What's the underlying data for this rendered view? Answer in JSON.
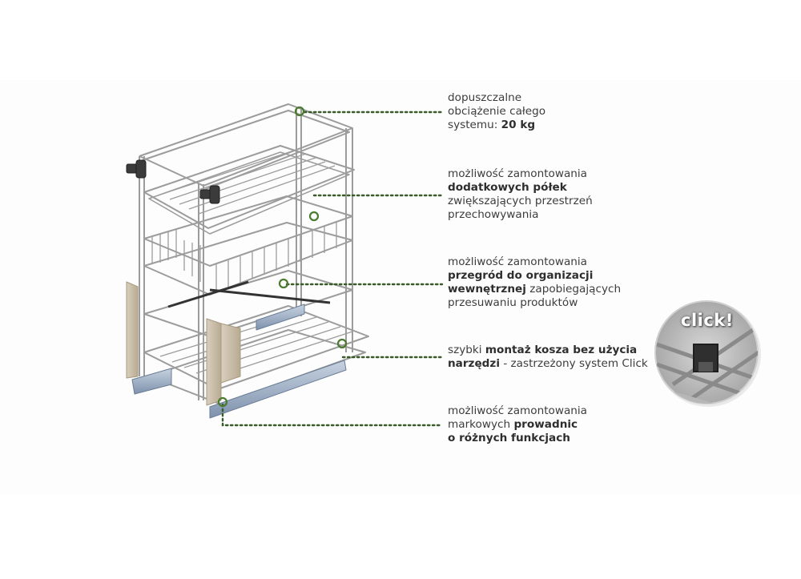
{
  "callouts": [
    {
      "id": "load",
      "lines": [
        [
          {
            "t": "dopuszczalne",
            "b": false
          }
        ],
        [
          {
            "t": "obciążenie całego",
            "b": false
          }
        ],
        [
          {
            "t": "systemu: ",
            "b": false
          },
          {
            "t": "20 kg",
            "b": true
          }
        ]
      ]
    },
    {
      "id": "extra-shelves",
      "lines": [
        [
          {
            "t": "możliwość zamontowania",
            "b": false
          }
        ],
        [
          {
            "t": "dodatkowych półek",
            "b": true
          }
        ],
        [
          {
            "t": "zwiększających przestrzeń",
            "b": false
          }
        ],
        [
          {
            "t": "przechowywania",
            "b": false
          }
        ]
      ]
    },
    {
      "id": "dividers",
      "lines": [
        [
          {
            "t": "możliwość zamontowania",
            "b": false
          }
        ],
        [
          {
            "t": "przegród do organizacji",
            "b": true
          }
        ],
        [
          {
            "t": "wewnętrznej",
            "b": true
          },
          {
            "t": " zapobiegających",
            "b": false
          }
        ],
        [
          {
            "t": "przesuwaniu produktów",
            "b": false
          }
        ]
      ]
    },
    {
      "id": "quick-mount",
      "lines": [
        [
          {
            "t": "szybki ",
            "b": false
          },
          {
            "t": "montaż kosza bez użycia",
            "b": true
          }
        ],
        [
          {
            "t": "narzędzi",
            "b": true
          },
          {
            "t": " - zastrzeżony system Click",
            "b": false
          }
        ]
      ]
    },
    {
      "id": "runners",
      "lines": [
        [
          {
            "t": "możliwość zamontowania",
            "b": false
          }
        ],
        [
          {
            "t": "markowych ",
            "b": false
          },
          {
            "t": "prowadnic",
            "b": true
          }
        ],
        [
          {
            "t": "o różnych funkcjach",
            "b": true
          }
        ]
      ]
    }
  ],
  "inset": {
    "badge_text": "click!"
  },
  "colors": {
    "leader_line": "#3a5a2a",
    "marker": "#4c7a2e",
    "wire": "#9a9a9a",
    "bracket": "#cbbfa9",
    "rail": "#8da0b8"
  },
  "icons": {
    "product": "pull-out-wire-basket",
    "inset": "click-mount-detail"
  }
}
